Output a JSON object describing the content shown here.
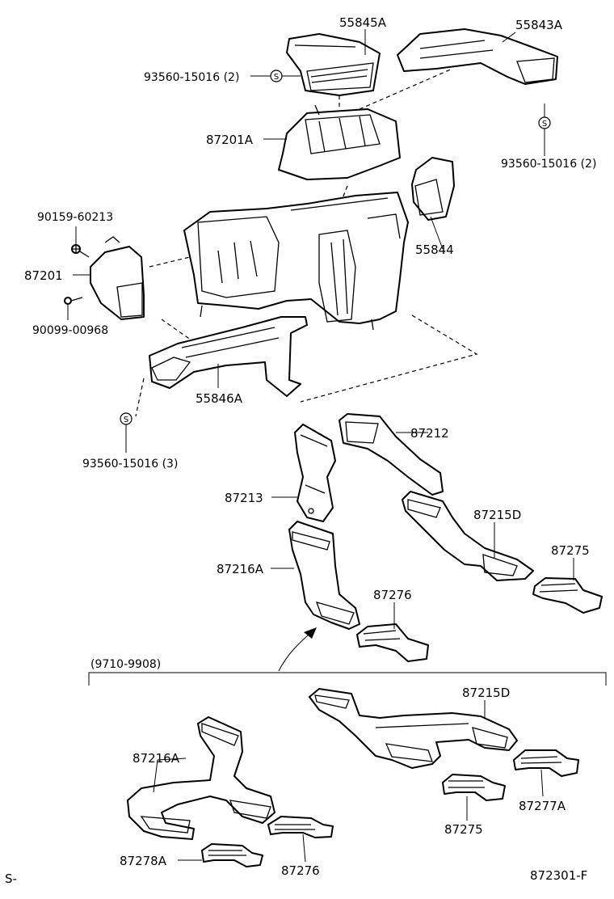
{
  "labels": {
    "p55845A": "55845A",
    "p55843A": "55843A",
    "p93560_top_left": "93560-15016 (2)",
    "p93560_top_right": "93560-15016 (2)",
    "p87201A": "87201A",
    "p90159": "90159-60213",
    "p55844": "55844",
    "p87201": "87201",
    "p90099": "90099-00968",
    "p55846A": "55846A",
    "p93560_mid": "93560-15016 (3)",
    "p87212": "87212",
    "p87213": "87213",
    "p87215D": "87215D",
    "p87275": "87275",
    "p87216A": "87216A",
    "p87276": "87276",
    "range": "(9710-9908)",
    "p87215D_b": "87215D",
    "p87216A_b": "87216A",
    "p87277A": "87277A",
    "p87275_b": "87275",
    "p87278A": "87278A",
    "p87276_b": "87276",
    "corner_left": "S-",
    "ref": "872301-F"
  },
  "symbol_s": "S"
}
